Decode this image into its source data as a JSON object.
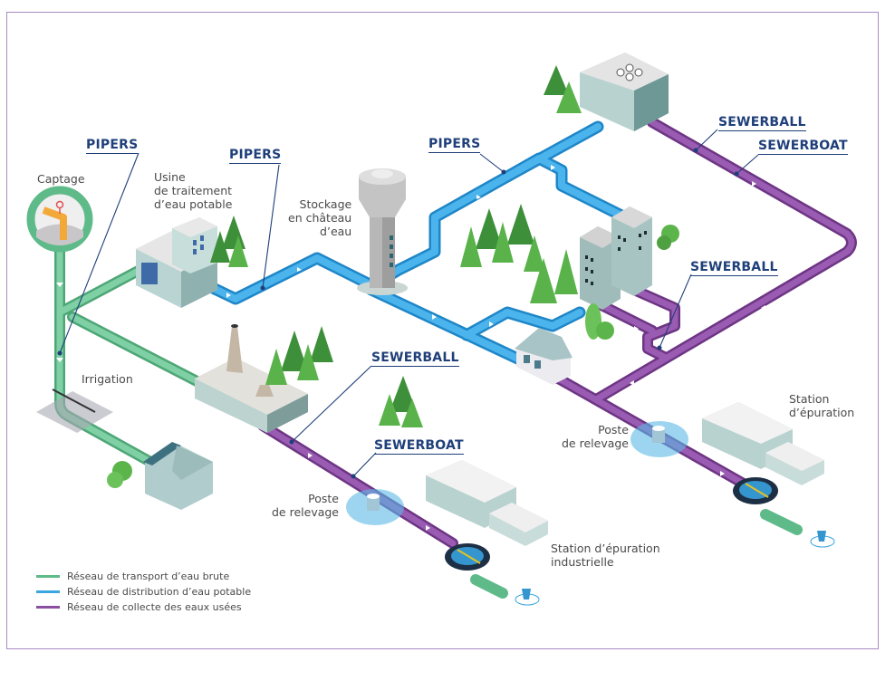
{
  "colors": {
    "raw_water": "#5fba8a",
    "drinking_water": "#3aa6e0",
    "wastewater": "#8a4fa0",
    "brand_label": "#1f3f7a",
    "frame": "#a78bc2"
  },
  "labels": {
    "captage": "Captage",
    "usine": [
      "Usine",
      "de traitement",
      "d’eau potable"
    ],
    "stockage": [
      "Stockage",
      "en château",
      "d’eau"
    ],
    "irrigation": "Irrigation",
    "poste_left": [
      "Poste",
      "de relevage"
    ],
    "poste_right": [
      "Poste",
      "de relevage"
    ],
    "station_ind": [
      "Station d’épuration",
      "industrielle"
    ],
    "station": [
      "Station",
      "d’épuration"
    ]
  },
  "brands": {
    "pipers_1": "PIPERS",
    "pipers_2": "PIPERS",
    "pipers_3": "PIPERS",
    "sewerball_top": "SEWERBALL",
    "sewerboat_top": "SEWERBOAT",
    "sewerball_mid": "SEWERBALL",
    "sewerball_low": "SEWERBALL",
    "sewerboat_low": "SEWERBOAT"
  },
  "legend": [
    {
      "label": "Réseau de transport d’eau brute",
      "color": "#5fba8a"
    },
    {
      "label": "Réseau de distribution d’eau potable",
      "color": "#3aa6e0"
    },
    {
      "label": "Réseau de collecte des eaux usées",
      "color": "#8a4fa0"
    }
  ]
}
